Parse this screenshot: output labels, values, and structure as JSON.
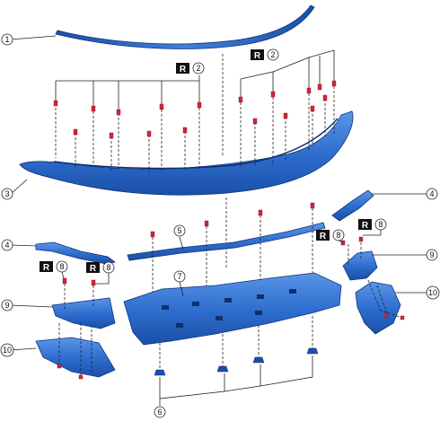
{
  "diagram": {
    "callouts": [
      {
        "id": "c1",
        "number": "1"
      },
      {
        "id": "c2a",
        "number": "2"
      },
      {
        "id": "c2b",
        "number": "2"
      },
      {
        "id": "c3",
        "number": "3"
      },
      {
        "id": "c4a",
        "number": "4"
      },
      {
        "id": "c4b",
        "number": "4"
      },
      {
        "id": "c5",
        "number": "5"
      },
      {
        "id": "c6",
        "number": "6"
      },
      {
        "id": "c7",
        "number": "7"
      },
      {
        "id": "c8a",
        "number": "8"
      },
      {
        "id": "c8b",
        "number": "8"
      },
      {
        "id": "c8c",
        "number": "8"
      },
      {
        "id": "c8d",
        "number": "8"
      },
      {
        "id": "c9a",
        "number": "9"
      },
      {
        "id": "c9b",
        "number": "9"
      },
      {
        "id": "c10a",
        "number": "10"
      },
      {
        "id": "c10b",
        "number": "10"
      }
    ],
    "replace_mark": "R",
    "colors": {
      "part_dark": "#1a4fa8",
      "part_mid": "#2f6fd0",
      "part_light": "#5b95e6",
      "clip_red": "#d6243a",
      "line": "#222222"
    }
  }
}
